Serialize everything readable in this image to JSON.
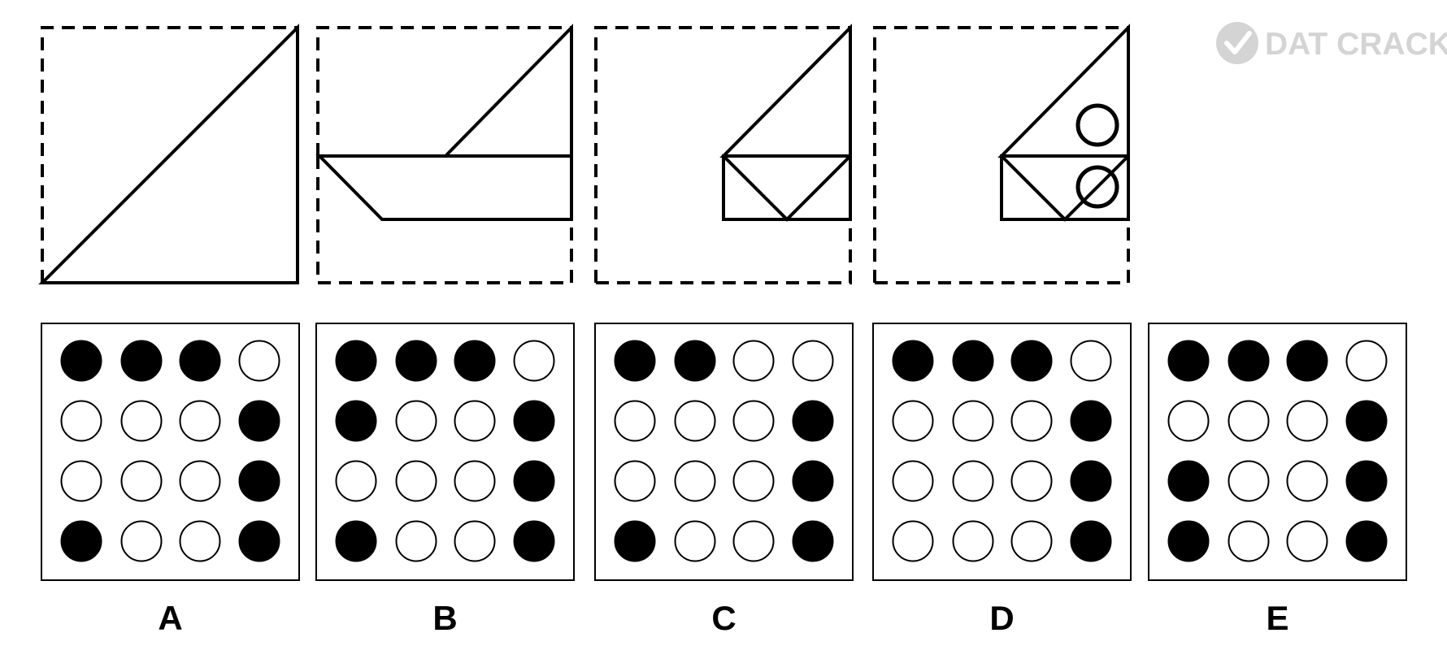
{
  "watermark": {
    "text": "DAT CRACKER",
    "color": "#d4d4d4"
  },
  "colors": {
    "ink": "#000000",
    "paper": "#ffffff"
  },
  "fold_steps": [
    {
      "step": 1,
      "description_shown": false
    },
    {
      "step": 2,
      "description_shown": false
    },
    {
      "step": 3,
      "description_shown": false
    },
    {
      "step": 4,
      "description_shown": false
    }
  ],
  "options": [
    {
      "letter": "A",
      "grid": [
        [
          1,
          1,
          1,
          0
        ],
        [
          0,
          0,
          0,
          1
        ],
        [
          0,
          0,
          0,
          1
        ],
        [
          1,
          0,
          0,
          1
        ]
      ]
    },
    {
      "letter": "B",
      "grid": [
        [
          1,
          1,
          1,
          0
        ],
        [
          1,
          0,
          0,
          1
        ],
        [
          0,
          0,
          0,
          1
        ],
        [
          1,
          0,
          0,
          1
        ]
      ]
    },
    {
      "letter": "C",
      "grid": [
        [
          1,
          1,
          0,
          0
        ],
        [
          0,
          0,
          0,
          1
        ],
        [
          0,
          0,
          0,
          1
        ],
        [
          1,
          0,
          0,
          1
        ]
      ]
    },
    {
      "letter": "D",
      "grid": [
        [
          1,
          1,
          1,
          0
        ],
        [
          0,
          0,
          0,
          1
        ],
        [
          0,
          0,
          0,
          1
        ],
        [
          0,
          0,
          0,
          1
        ]
      ]
    },
    {
      "letter": "E",
      "grid": [
        [
          1,
          1,
          1,
          0
        ],
        [
          0,
          0,
          0,
          1
        ],
        [
          1,
          0,
          0,
          1
        ],
        [
          1,
          0,
          0,
          1
        ]
      ]
    }
  ]
}
